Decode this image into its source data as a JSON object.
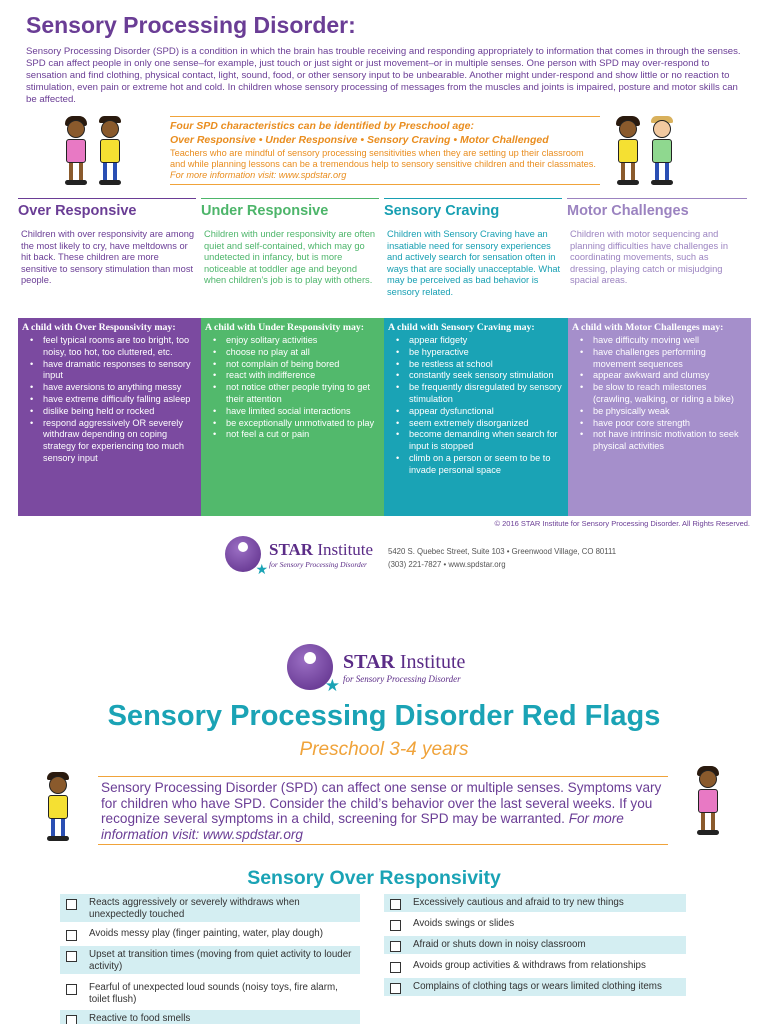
{
  "top": {
    "title": "Sensory Processing Disorder:",
    "intro": "Sensory Processing Disorder (SPD) is a condition in which the brain has trouble receiving and responding appropriately to information that comes in through the senses. SPD can affect people in only one sense–for example, just touch or just sight or just movement–or in multiple senses. One person with SPD may over-respond to sensation and find clothing, physical contact, light, sound, food, or other sensory input to be unbearable. Another might under-respond and show little or no reaction to stimulation, even pain or extreme hot and cold. In children whose sensory processing of messages from the muscles and joints is impaired, posture and motor skills can be affected.",
    "characteristics_heading": "Four SPD characteristics can be identified by Preschool age:",
    "characteristics_list": "Over Responsive • Under Responsive • Sensory Craving • Motor Challenged",
    "teachers_text": "Teachers who are mindful of sensory processing sensitivities when they are setting up their classroom and while planning lessons can be a tremendous help to sensory sensitive children and their classmates.",
    "more_info": "For more information visit: www.spdstar.org"
  },
  "columns": [
    {
      "heading": "Over Responsive",
      "color": "#6a3d95",
      "panel_color": "#7b4aa0",
      "description": "Children with over responsivity are among the most likely to cry, have meltdowns or hit back. These children are more sensitive to sensory stimulation than most people.",
      "panel_title": "A child with Over Responsivity may:",
      "items": [
        "feel typical rooms are too bright, too noisy, too hot, too cluttered, etc.",
        "have dramatic responses to sensory input",
        "have aversions to anything messy",
        "have extreme difficulty falling asleep",
        "dislike being held or rocked",
        "respond aggressively OR severely withdraw depending on coping strategy for experiencing too much sensory input"
      ]
    },
    {
      "heading": "Under Responsive",
      "color": "#4db56a",
      "panel_color": "#52b96c",
      "description": "Children with under responsivity are often quiet and self-contained, which may go undetected in infancy, but is more noticeable at toddler age and beyond when children’s job is to play with others.",
      "panel_title": "A child with Under Responsivity may:",
      "items": [
        "enjoy solitary activities",
        "choose no play at all",
        "not complain of being bored",
        "react with indifference",
        "not notice other people trying to get their attention",
        "have limited social interactions",
        "be exceptionally unmotivated to play",
        "not feel a cut or pain"
      ]
    },
    {
      "heading": "Sensory Craving",
      "color": "#179fb2",
      "panel_color": "#1aa3b5",
      "description": "Children with Sensory Craving have an insatiable need for sensory experiences and actively search for sensation often in ways that are socially unacceptable. What may be perceived as bad behavior is sensory related.",
      "panel_title": "A child with Sensory Craving may:",
      "items": [
        "appear fidgety",
        "be hyperactive",
        "be restless at  school",
        "constantly seek sensory stimulation",
        "be frequently disregulated by sensory stimulation",
        "appear dysfunctional",
        "seem extremely disorganized",
        "become demanding when search for input is stopped",
        "climb on a person or seem to be to invade personal space"
      ]
    },
    {
      "heading": "Motor Challenges",
      "color": "#9b83c0",
      "panel_color": "#a58fcb",
      "description": "Children with motor sequencing and planning difficulties have challenges in coordinating movements, such as dressing, playing catch or misjudging spacial areas.",
      "panel_title": "A child with Motor Challenges may:",
      "items": [
        "have difficulty moving well",
        "have challenges performing movement sequences",
        "appear awkward and clumsy",
        "be slow to reach milestones (crawling, walking, or riding a bike)",
        "be physically weak",
        "have poor core strength",
        "not have intrinsic motivation to seek physical activities"
      ]
    }
  ],
  "footer": {
    "copyright": "© 2016 STAR Institute for Sensory Processing Disorder. All Rights Reserved.",
    "logo_name_bold": "STAR",
    "logo_name_rest": " Institute",
    "logo_sub": "for Sensory Processing Disorder",
    "address_line1": "5420 S. Quebec Street, Suite 103  • Greenwood Village, CO 80111",
    "address_line2": "(303) 221-7827  • www.spdstar.org"
  },
  "page2": {
    "logo_name_bold": "STAR",
    "logo_name_rest": " Institute",
    "logo_sub": "for Sensory Processing Disorder",
    "title": "Sensory Processing Disorder Red Flags",
    "subtitle": "Preschool 3-4 years",
    "intro": "Sensory Processing Disorder (SPD) can affect one sense or multiple senses. Symptoms vary for children who have SPD. Consider the child’s behavior over the last several weeks. If you recognize several symptoms in a child, screening for SPD may be warranted.",
    "more_info": "For more information visit: www.spdstar.org",
    "section_title": "Sensory Over Responsivity",
    "left_items": [
      "Reacts aggressively or severely withdraws when unexpectedly touched",
      "Avoids messy play (finger painting, water, play dough)",
      "Upset at transition times (moving from quiet activity to louder activity)",
      "Fearful of unexpected loud sounds (noisy toys, fire alarm, toilet flush)",
      "Reactive to food smells"
    ],
    "right_items": [
      "Excessively cautious and afraid to try new things",
      "Avoids swings or slides",
      "Afraid or shuts down in noisy classroom",
      "Avoids group activities & withdraws from relationships",
      "Complains of clothing tags or wears limited clothing items"
    ]
  }
}
